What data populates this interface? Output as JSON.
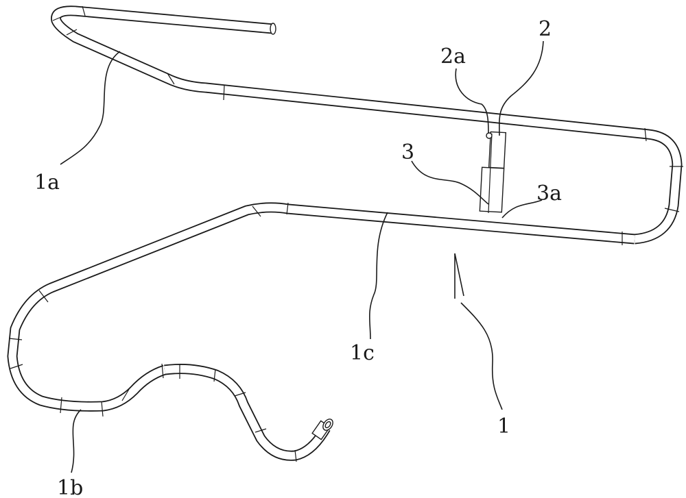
{
  "labels": {
    "main": "1",
    "upper_section": "1a",
    "lower_section": "1b",
    "middle_section": "1c",
    "connector": "2",
    "connector_end": "2a",
    "sleeve": "3",
    "sleeve_end": "3a"
  },
  "colors": {
    "line": "#1a1a1a",
    "background": "#ffffff"
  }
}
